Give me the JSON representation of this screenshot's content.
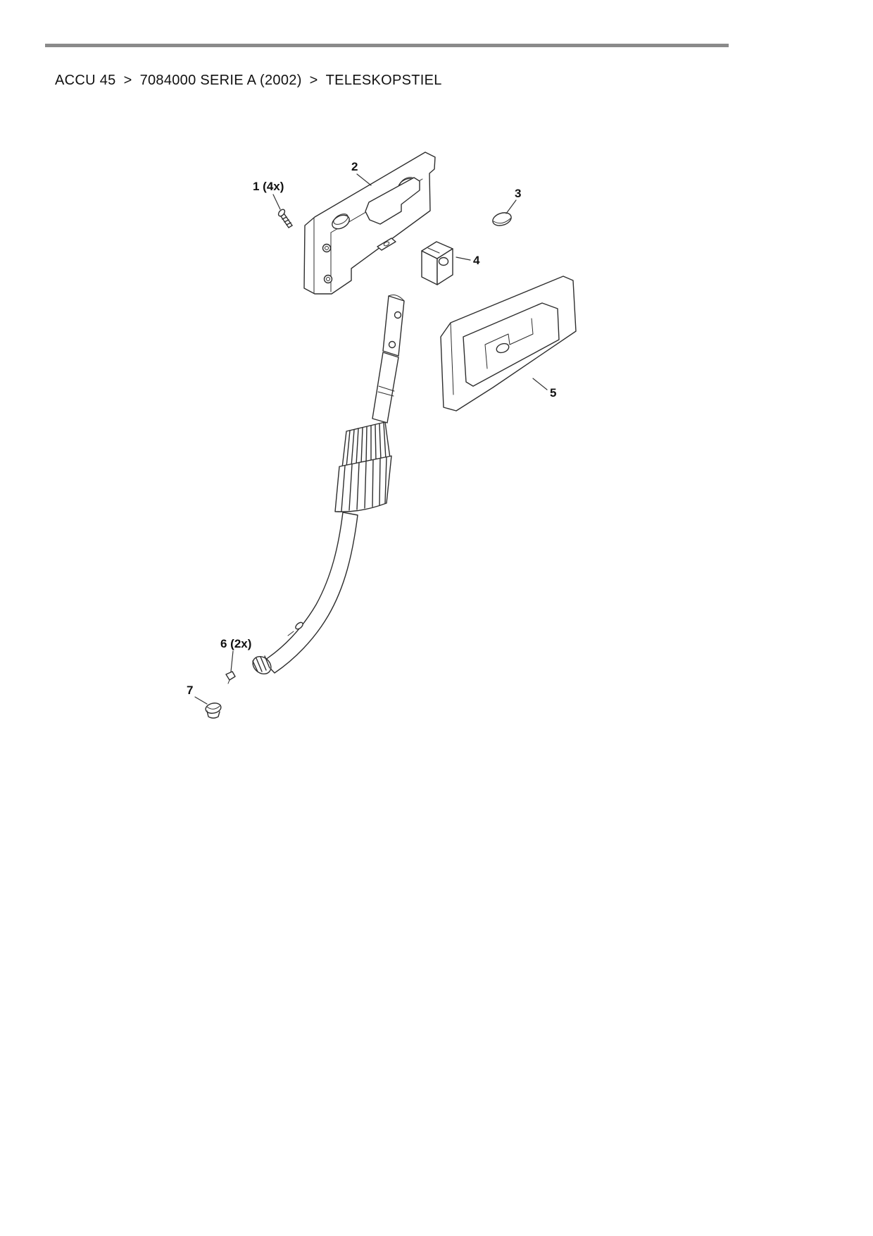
{
  "page": {
    "breadcrumb": {
      "model": "ACCU 45",
      "separator": ">",
      "series": "7084000 SERIE A (2002)",
      "section": "TELESKOPSTIEL"
    },
    "colors": {
      "rule_gray": "#8a8a8a",
      "line_dark": "#2e2e2e",
      "text_black": "#111111"
    }
  },
  "diagram": {
    "callouts": [
      {
        "id": 1,
        "label": "1 (4x)"
      },
      {
        "id": 2,
        "label": "2"
      },
      {
        "id": 3,
        "label": "3"
      },
      {
        "id": 4,
        "label": "4"
      },
      {
        "id": 5,
        "label": "5"
      },
      {
        "id": 6,
        "label": "6 (2x)"
      },
      {
        "id": 7,
        "label": "7"
      }
    ]
  }
}
